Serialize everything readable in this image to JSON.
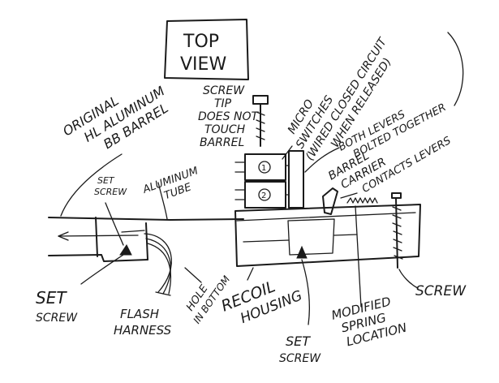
{
  "diagram": {
    "title_line1": "TOP",
    "title_line2": "VIEW",
    "labels": {
      "original_barrel": [
        "ORIGINAL",
        "HL ALUMINUM",
        "BB BARREL"
      ],
      "screw_tip": [
        "SCREW",
        "TIP",
        "DOES NOT",
        "TOUCH",
        "BARREL"
      ],
      "micro_switches": [
        "MICRO",
        "SWITCHES",
        "(WIRED CLOSED CIRCUIT",
        "WHEN RELEASED)"
      ],
      "both_levers": [
        "BOTH LEVERS",
        "BOLTED TOGETHER"
      ],
      "barrel_carrier": [
        "BARREL",
        "CARRIER",
        "CONTACTS LEVERS"
      ],
      "set_screw_small": [
        "SET",
        "SCREW"
      ],
      "aluminum_tube": [
        "ALUMINUM",
        "TUBE"
      ],
      "set_screw_left": [
        "SET",
        "SCREW"
      ],
      "flash_harness": [
        "FLASH",
        "HARNESS"
      ],
      "hole_in_bottom": [
        "HOLE",
        "IN BOTTOM"
      ],
      "recoil_housing": [
        "RECOIL",
        "HOUSING"
      ],
      "set_screw_bottom": [
        "SET",
        "SCREW"
      ],
      "modified_spring": [
        "MODIFIED",
        "SPRING",
        "LOCATION"
      ],
      "screw_right": "SCREW",
      "switch_1": "1",
      "switch_2": "2"
    }
  }
}
